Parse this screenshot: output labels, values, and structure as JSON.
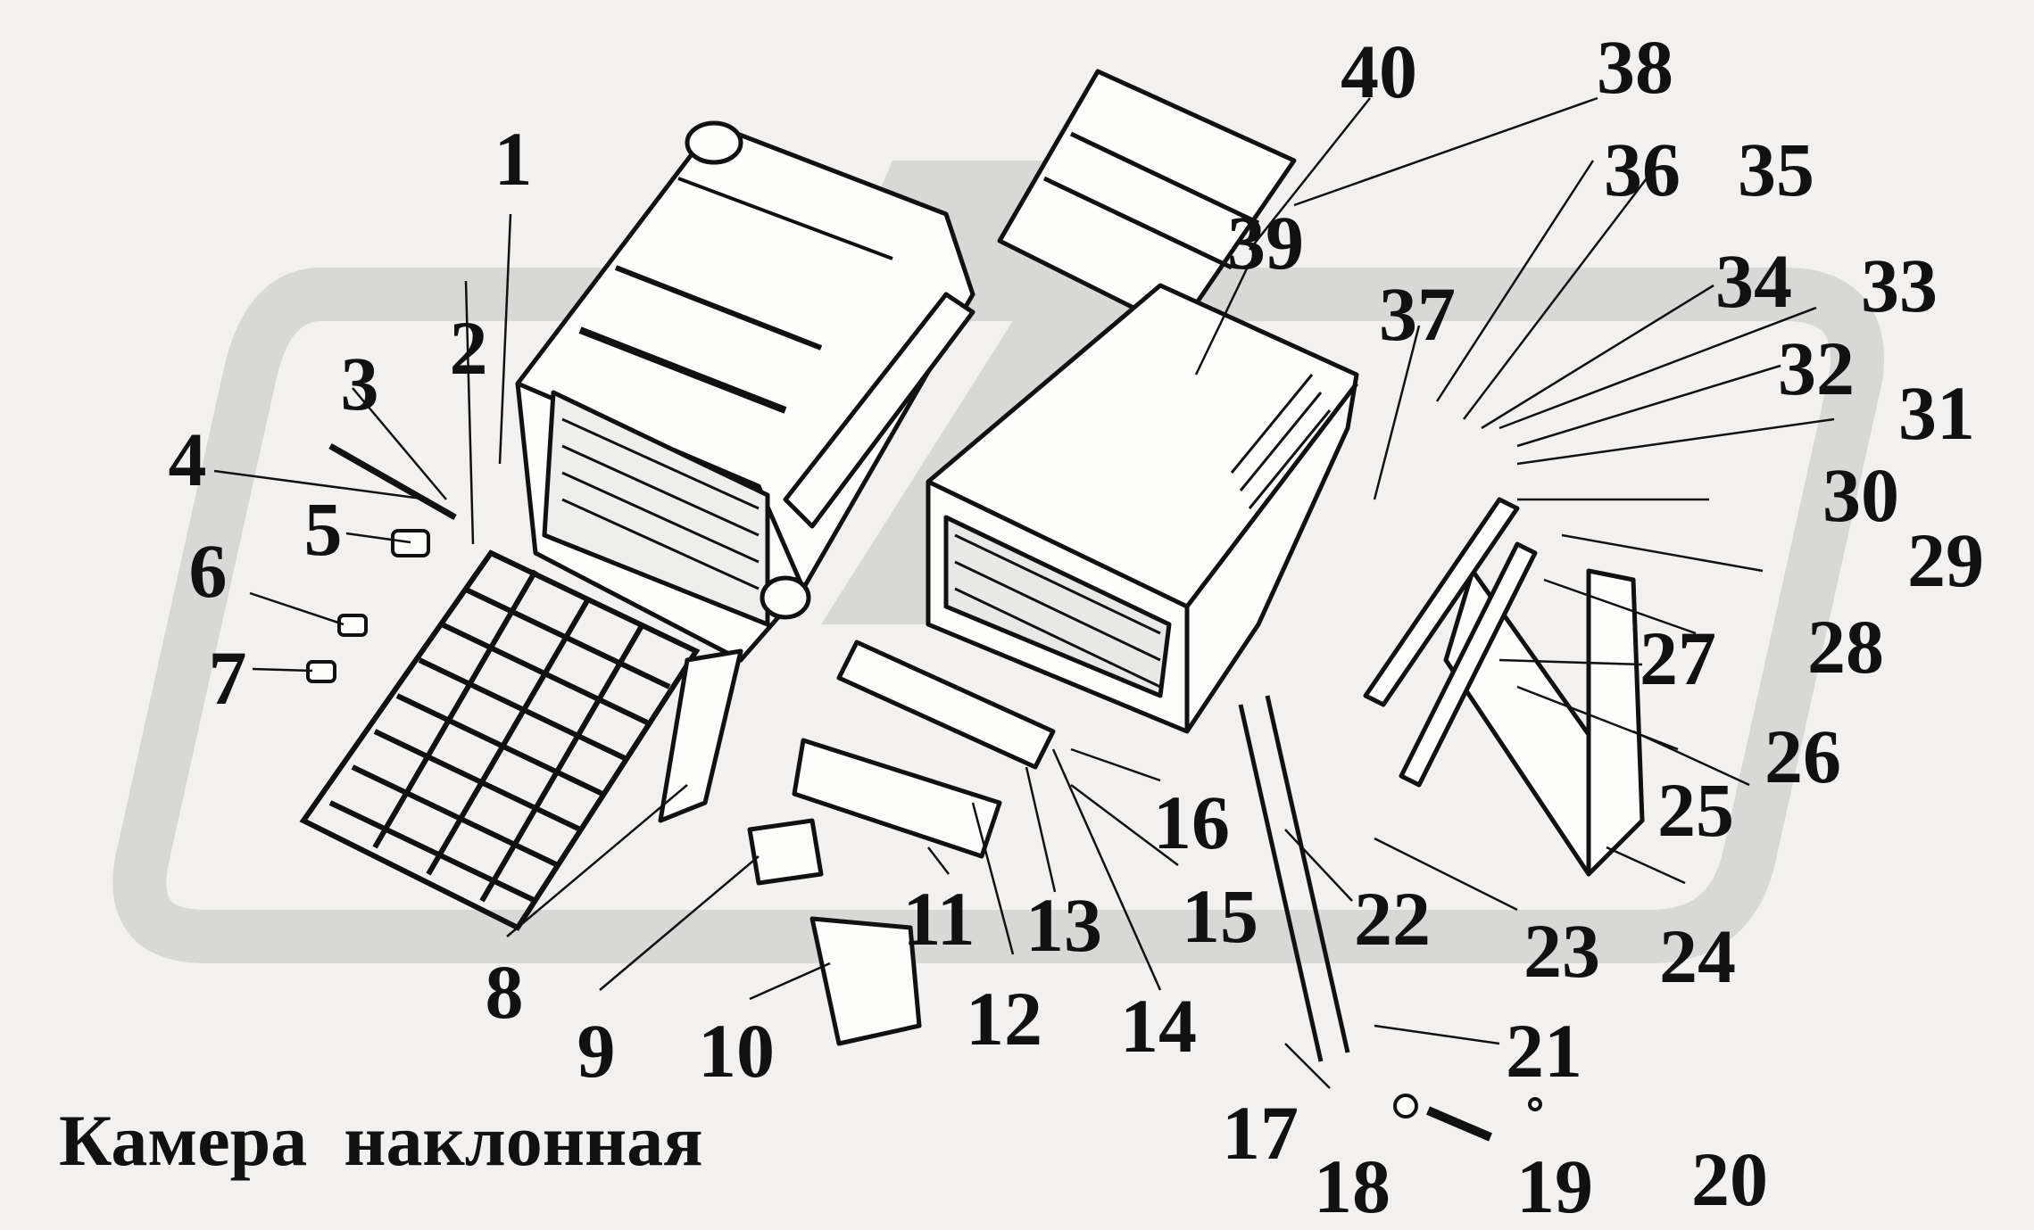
{
  "caption": "Камера  наклонная",
  "watermark_icon": "zip-logo-watermark",
  "callouts": [
    "1",
    "2",
    "3",
    "4",
    "5",
    "6",
    "7",
    "8",
    "9",
    "10",
    "11",
    "12",
    "13",
    "14",
    "15",
    "16",
    "17",
    "18",
    "19",
    "20",
    "21",
    "22",
    "23",
    "24",
    "25",
    "26",
    "27",
    "28",
    "29",
    "30",
    "31",
    "32",
    "33",
    "34",
    "35",
    "36",
    "37",
    "38",
    "39",
    "40"
  ],
  "colors": {
    "line": "#111111",
    "background": "#f2f1ef",
    "watermark": "#d9d9d7"
  }
}
